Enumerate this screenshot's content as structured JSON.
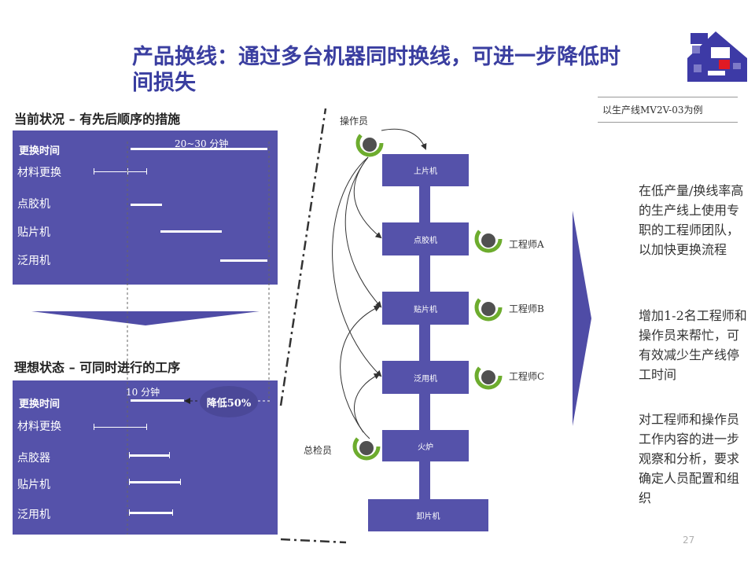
{
  "title": "产品换线：通过多台机器同时换线，可进一步降低时间损失",
  "example_note": "以生产线MV2V-03为例",
  "current": {
    "heading": "当前状况 – 有先后顺序的措施",
    "duration_label": "20~30 分钟",
    "rows": [
      "更换时间",
      "材料更换",
      "点胶机",
      "贴片机",
      "泛用机"
    ]
  },
  "ideal": {
    "heading": "理想状态 – 可同时进行的工序",
    "duration_label": "10 分钟",
    "reduction": "降低50%",
    "rows": [
      "更换时间",
      "材料更换",
      "点胶器",
      "贴片机",
      "泛用机"
    ]
  },
  "flow": {
    "operator": "操作员",
    "inspector": "总检员",
    "engineers": [
      "工程师A",
      "工程师B",
      "工程师C"
    ],
    "stations": [
      "上片机",
      "点胶机",
      "贴片机",
      "泛用机",
      "火炉",
      "卸片机"
    ]
  },
  "right_points": [
    "在低产量/换线率高的生产线上使用专职的工程师团队，以加快更换流程",
    "增加1-2名工程师和操作员来帮忙，可有效减少生产线停工时间",
    "对工程师和操作员工作内容的进一步观察和分析，要求确定人员配置和组织"
  ],
  "page_number": "27",
  "colors": {
    "panel": "#5552aa",
    "title": "#3a3ea0",
    "person_ring": "#6dac2e",
    "person_dot": "#505050"
  },
  "icons": [
    "logo-icon",
    "person-icon",
    "dashed-callout-lines",
    "curved-arrows"
  ]
}
